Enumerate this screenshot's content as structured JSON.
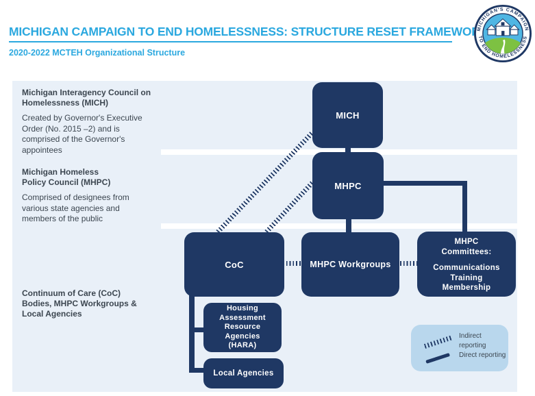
{
  "header": {
    "title": "MICHIGAN CAMPAIGN TO END HOMELESSNESS: STRUCTURE RESET FRAMEWORK",
    "subtitle": "2020-2022 MCTEH Organizational Structure"
  },
  "logo": {
    "arc_top": "MICHIGAN'S CAMPAIGN",
    "arc_bottom": "TO END HOMELESSNESS"
  },
  "left_column": {
    "sections": [
      {
        "heading_lines": [
          "Michigan Interagency Council on",
          "Homelessness (MICH)"
        ],
        "body_lines": [
          "Created by Governor's Executive",
          "Order (No. 2015 –2) and is",
          "comprised of the Governor's",
          "appointees"
        ]
      },
      {
        "heading_lines": [
          "Michigan Homeless",
          "Policy Council (MHPC)"
        ],
        "body_lines": [
          "Comprised of designees from",
          "various state agencies and",
          "members of the public"
        ]
      },
      {
        "heading_lines": [
          "Continuum of Care (CoC)",
          "Bodies, MHPC Workgroups &",
          "Local Agencies"
        ],
        "body_lines": []
      }
    ]
  },
  "nodes": {
    "mich": "MICH",
    "mhpc": "MHPC",
    "coc": "CoC",
    "workgroups": "MHPC Workgroups",
    "committees": {
      "title_lines": [
        "MHPC",
        "Committees:"
      ],
      "items": [
        "Communications",
        "Training",
        "Membership"
      ]
    },
    "hara_lines": [
      "Housing",
      "Assessment",
      "Resource",
      "Agencies",
      "(HARA)"
    ],
    "local": "Local Agencies"
  },
  "legend": {
    "indirect": "Indirect reporting",
    "direct": "Direct reporting"
  },
  "colors": {
    "navy": "#1F3864",
    "band_blue": "#E9F0F8",
    "legend_blue": "#B9D7ED",
    "accent_blue": "#2BA8DF",
    "logo_sky": "#4FB6E3",
    "logo_hill": "#7DC142"
  }
}
